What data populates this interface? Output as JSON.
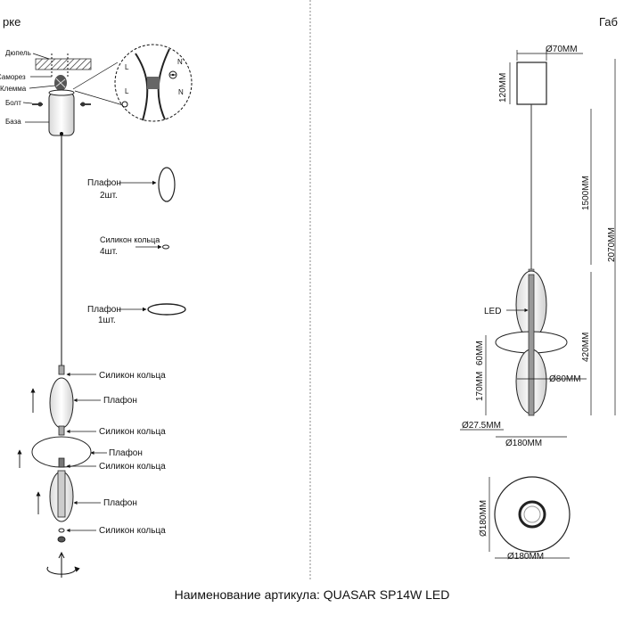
{
  "headers": {
    "left": "рке",
    "right": "Габ"
  },
  "assembly": {
    "ceiling_labels": {
      "dowel": "Дюпель",
      "screw": "Саморез",
      "terminal": "Клемма",
      "bolt": "Болт",
      "base": "База"
    },
    "parts_list": {
      "shade_2": {
        "name": "Плафон",
        "qty": "2шт."
      },
      "rings_4": {
        "name": "Силикон кольца",
        "qty": "4шт."
      },
      "shade_1": {
        "name": "Плафон",
        "qty": "1шт."
      }
    },
    "stack_labels": [
      "Силикон кольца",
      "Плафон",
      "Силикон кольца",
      "Плафон",
      "Силикон кольца",
      "Плафон",
      "Силикон кольца"
    ],
    "wiring": {
      "n": "N",
      "l": "L"
    }
  },
  "dimensions": {
    "base_diameter": "Ø70MM",
    "base_height": "120MM",
    "cable_length": "1500MM",
    "total_height": "2070MM",
    "led_label": "LED",
    "body_height": "420MM",
    "lower_height": "170MM",
    "disc_height": "60MM",
    "lower_diameter": "Ø80MM",
    "rod_diameter": "Ø27.5MM",
    "disc_diameter": "Ø180MM",
    "top_view_height": "Ø180MM",
    "top_view_diameter": "Ø180MM"
  },
  "footer": "Наименование артикула: QUASAR SP14W LED"
}
